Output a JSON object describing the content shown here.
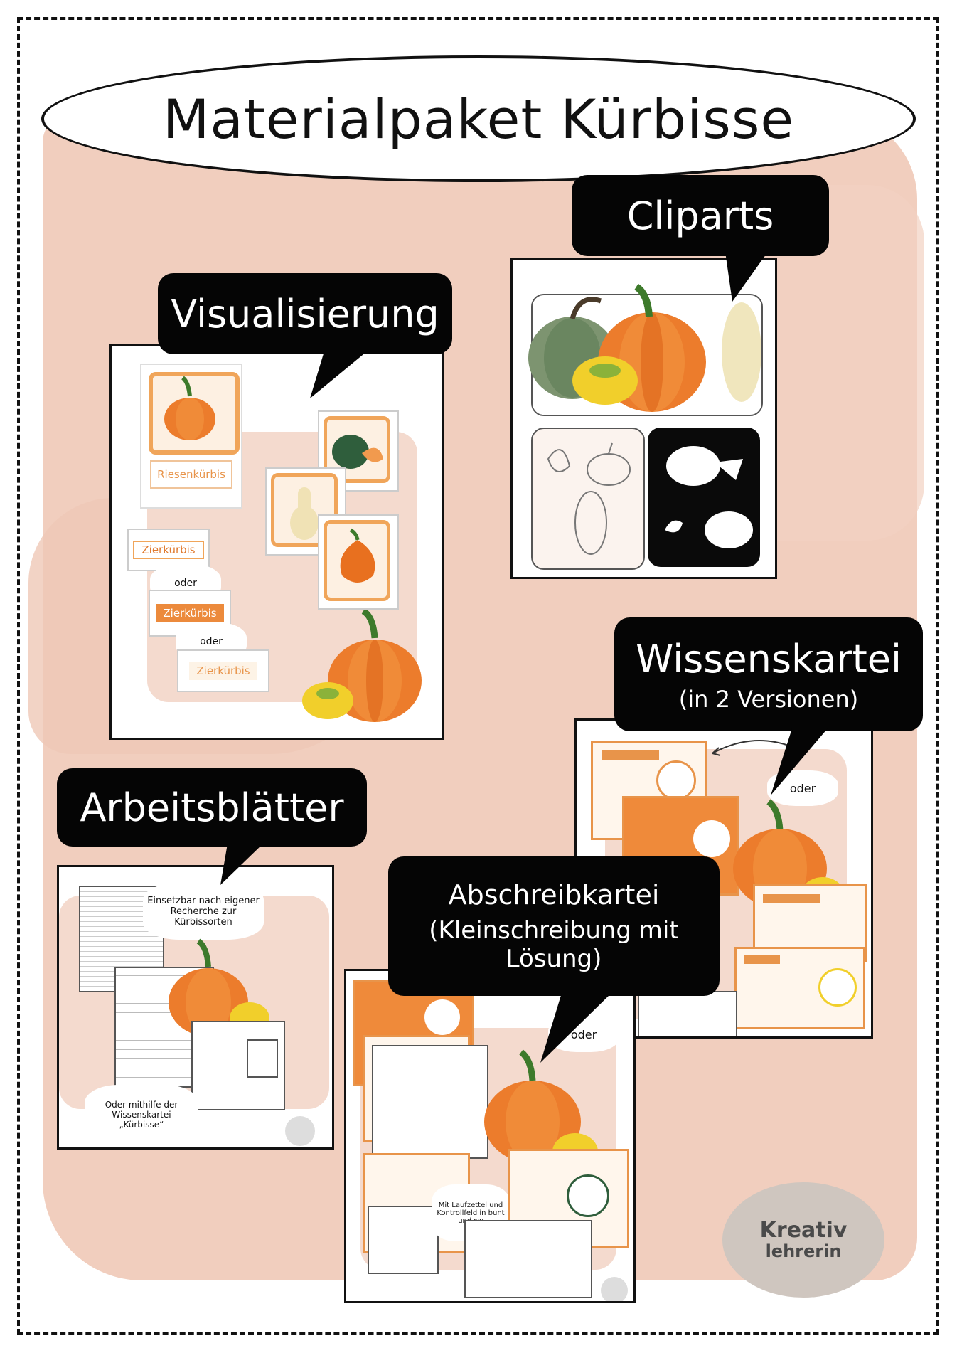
{
  "title": "Materialpaket Kürbisse",
  "sections": {
    "cliparts": {
      "label": "Cliparts"
    },
    "visualisierung": {
      "label": "Visualisierung",
      "card_label": "Riesenkürbis",
      "tags": [
        "Zierkürbis",
        "Zierkürbis",
        "Zierkürbis"
      ],
      "oder1": "oder",
      "oder2": "oder"
    },
    "wissenskartei": {
      "label": "Wissenskartei",
      "sublabel": "(in 2 Versionen)",
      "oder": "oder"
    },
    "arbeitsblaetter": {
      "label": "Arbeitsblätter",
      "burst1": "Einsetzbar nach eigener Recherche zur Kürbissorten",
      "burst2": "Oder mithilfe der Wissenskartei „Kürbisse“"
    },
    "abschreibkartei": {
      "label": "Abschreibkartei",
      "sublabel1": "(Kleinschreibung mit",
      "sublabel2": "Lösung)",
      "oder": "oder",
      "burst": "Mit Laufzettel und Kontrollfeld in bunt und sw"
    }
  },
  "logo": {
    "line1": "Kreativ",
    "line2": "lehrerin"
  },
  "colors": {
    "orange": "#e8772a",
    "pink": "#eec6b3",
    "black": "#050505"
  }
}
